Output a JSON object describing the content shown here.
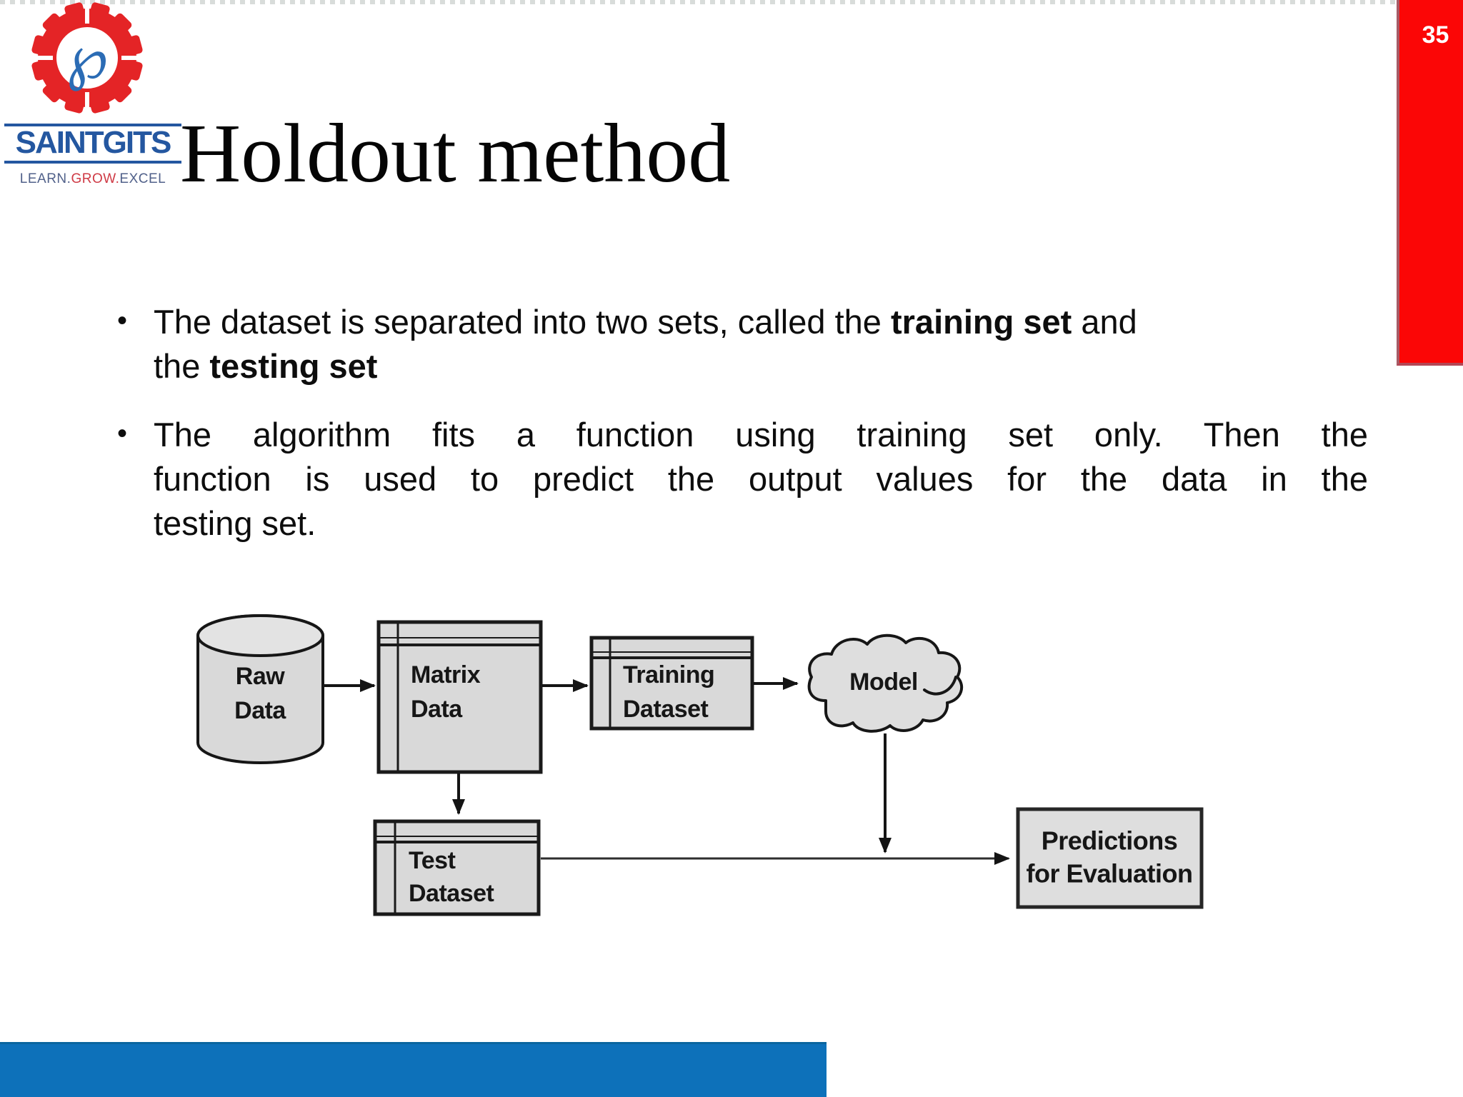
{
  "slide_number": "35",
  "logo": {
    "wordmark": "SAINTGITS",
    "tagline_segments": [
      {
        "text": "LEARN.",
        "color": "#51618a"
      },
      {
        "text": "GROW.",
        "color": "#cf3a45"
      },
      {
        "text": "EXCEL",
        "color": "#51618a"
      }
    ],
    "glyph": "℘",
    "wordmark_color": "#2457a0",
    "gear_red": "#e42426",
    "glyph_blue": "#2b6cb5"
  },
  "title": "Holdout method",
  "bullets": [
    {
      "justify": false,
      "lines": [
        [
          {
            "t": "The dataset is separated into two sets, called the "
          },
          {
            "t": "training set",
            "b": true
          },
          {
            "t": " and"
          }
        ],
        [
          {
            "t": "the "
          },
          {
            "t": "testing set",
            "b": true
          }
        ]
      ]
    },
    {
      "justify": true,
      "lines": [
        [
          {
            "t": "The algorithm fits a function using training set only. Then the"
          }
        ],
        [
          {
            "t": "function is used to predict the output values for the data in the"
          }
        ],
        [
          {
            "t": "testing set."
          }
        ]
      ]
    }
  ],
  "diagram": {
    "nodes": {
      "raw": [
        "Raw",
        "Data"
      ],
      "matrix": [
        "Matrix",
        "Data"
      ],
      "training": [
        "Training",
        "Dataset"
      ],
      "test": [
        "Test",
        "Dataset"
      ],
      "model": "Model",
      "predictions": [
        "Predictions",
        "for Evaluation"
      ]
    },
    "box_fill": "#d9d9d9",
    "stroke": "#1a1a1a"
  },
  "colors": {
    "red_bar": "#fb0606",
    "blue_bar": "#0d71ba",
    "text": "#0d0d0d"
  }
}
